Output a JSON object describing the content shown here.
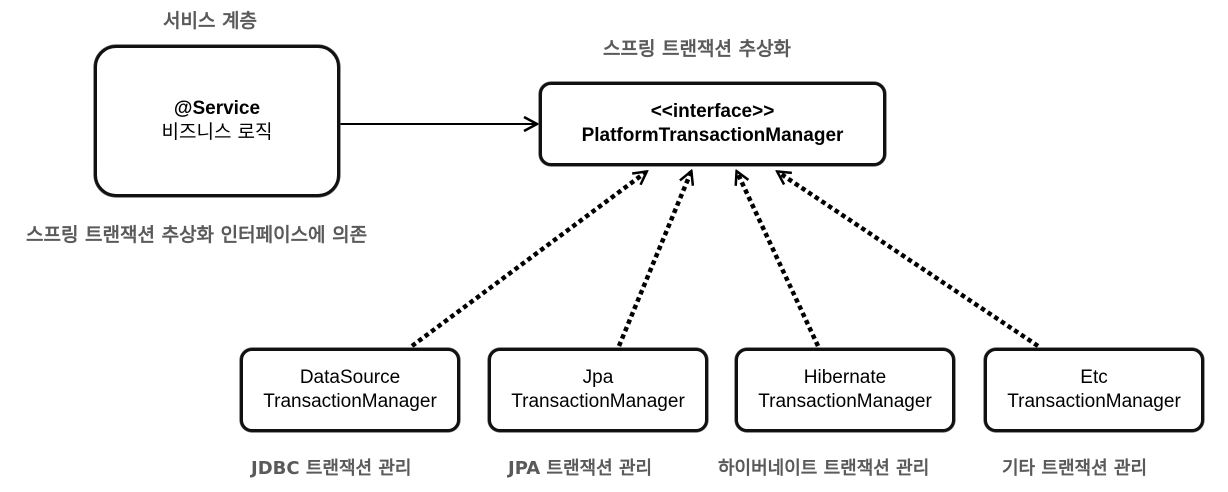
{
  "service_layer_label": "서비스 계층",
  "abstraction_label": "스프링 트랜잭션 추상화",
  "dependency_label": "스프링 트랜잭션 추상화 인터페이스에 의존",
  "service_box": {
    "line1": "@Service",
    "line2": "비즈니스 로직"
  },
  "interface_box": {
    "line1": "<<interface>>",
    "line2": "PlatformTransactionManager"
  },
  "implementations": [
    {
      "line1": "DataSource",
      "line2": "TransactionManager",
      "caption": "JDBC 트랜잭션 관리"
    },
    {
      "line1": "Jpa",
      "line2": "TransactionManager",
      "caption": "JPA 트랜잭션 관리"
    },
    {
      "line1": "Hibernate",
      "line2": "TransactionManager",
      "caption": "하이버네이트 트랜잭션 관리"
    },
    {
      "line1": "Etc",
      "line2": "TransactionManager",
      "caption": "기타 트랜잭션 관리"
    }
  ]
}
